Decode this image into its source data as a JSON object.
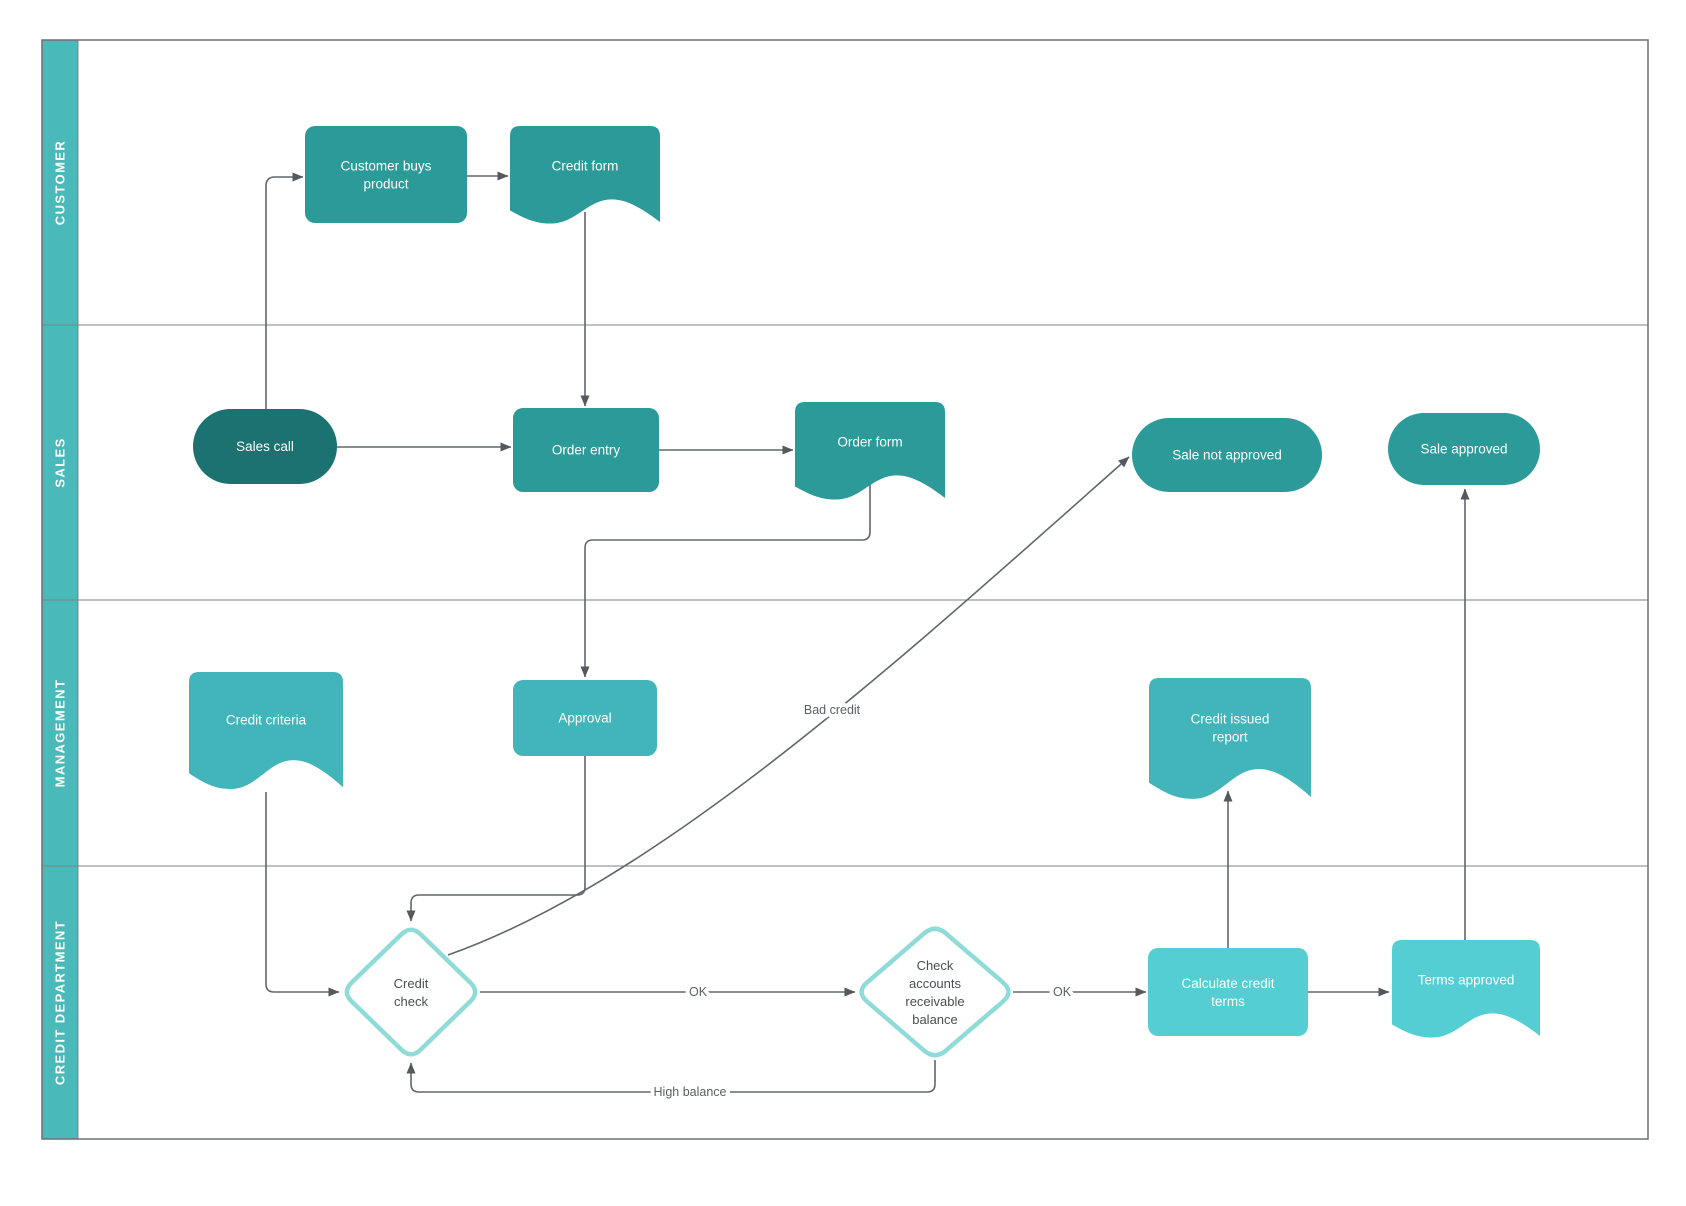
{
  "diagram": {
    "lanes": [
      {
        "label": "CUSTOMER"
      },
      {
        "label": "SALES"
      },
      {
        "label": "MANAGEMENT"
      },
      {
        "label": "CREDIT DEPARTMENT"
      }
    ],
    "nodes": {
      "customer_buys_product": {
        "label": "Customer buys product",
        "type": "process"
      },
      "credit_form": {
        "label": "Credit form",
        "type": "document"
      },
      "sales_call": {
        "label": "Sales call",
        "type": "start"
      },
      "order_entry": {
        "label": "Order entry",
        "type": "process"
      },
      "order_form": {
        "label": "Order form",
        "type": "document"
      },
      "sale_not_approved": {
        "label": "Sale not approved",
        "type": "terminator"
      },
      "sale_approved": {
        "label": "Sale approved",
        "type": "terminator"
      },
      "credit_criteria": {
        "label": "Credit criteria",
        "type": "document"
      },
      "approval": {
        "label": "Approval",
        "type": "process"
      },
      "credit_issued_report": {
        "label": "Credit issued report",
        "type": "document"
      },
      "credit_check": {
        "label": "Credit check",
        "type": "decision"
      },
      "check_ar_balance": {
        "label": "Check accounts receivable balance",
        "type": "decision"
      },
      "calculate_credit_terms": {
        "label": "Calculate credit terms",
        "type": "process"
      },
      "terms_approved": {
        "label": "Terms approved",
        "type": "document"
      }
    },
    "edge_labels": {
      "ok1": "OK",
      "ok2": "OK",
      "high_balance": "High balance",
      "bad_credit": "Bad credit"
    },
    "colors": {
      "lane_header": "#4ab9b9",
      "dark_teal": "#1b7270",
      "teal": "#2b9a99",
      "light_teal": "#42b5ba",
      "cyan": "#54ced2",
      "diamond_border": "#8fdbd7",
      "diamond_fill": "#ffffff",
      "arrow": "#62666b",
      "arrowhead": "#55585c",
      "lane_line": "#7e8286",
      "node_text": "#ffffff"
    }
  }
}
